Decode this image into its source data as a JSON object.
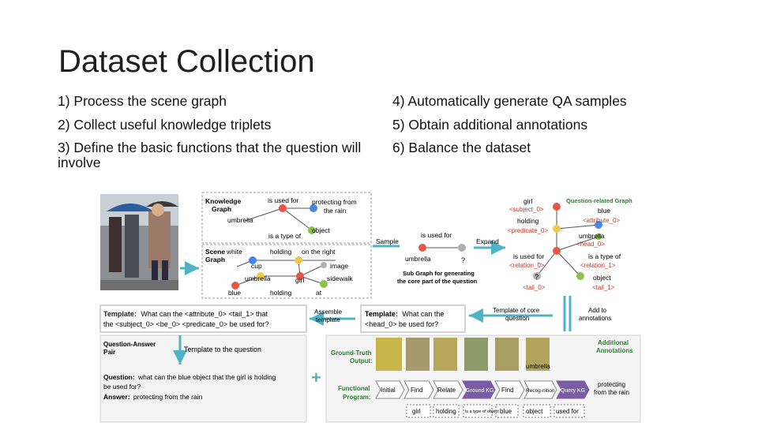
{
  "slide": {
    "title": "Dataset Collection",
    "items": [
      "1) Process the scene graph",
      "4) Automatically generate QA samples",
      "2) Collect useful knowledge triplets",
      "5) Obtain additional annotations",
      "3) Define the basic functions that the question will",
      "involve",
      "6) Balance the dataset"
    ]
  },
  "figure": {
    "kg_title": "Knowledge",
    "kg_title2": "Graph",
    "kg_used_for": "is used for",
    "kg_protect": "protecting from",
    "kg_rain": "the rain",
    "kg_umbrella": "umbrella",
    "kg_object": "object",
    "kg_type_of": "is a type of",
    "sg_title": "Scene",
    "sg_title2": "Graph",
    "sg_white": "white",
    "sg_holding": "holding",
    "sg_onright": "on the right",
    "sg_cup": "cup",
    "sg_image": "image",
    "sg_umbrella": "umbrella",
    "sg_girl": "girl",
    "sg_sidewalk": "sidewalk",
    "sg_blue": "blue",
    "sg_holding2": "holding",
    "sg_at": "at",
    "sample": "Sample",
    "expand": "Expand",
    "sub_used_for": "is used for",
    "sub_umbrella": "umbrella",
    "sub_q": "?",
    "sub_cap1": "Sub Graph for generating",
    "sub_cap2": "the core part of the question",
    "qg_title": "Question-related Graph",
    "qg_girl": "girl",
    "qg_subject": "<subject_0>",
    "qg_blue": "blue",
    "qg_attr": "<attribute_0>",
    "qg_holding": "holding",
    "qg_pred": "<predicate_0>",
    "qg_umbrella": "umbrella",
    "qg_head": "<head_0>",
    "qg_used_for": "is used for",
    "qg_rel": "<relation_0>",
    "qg_type_of": "is a type of",
    "qg_rel1": "<relation_1>",
    "qg_q": "?",
    "qg_tail0": "<tail_0>",
    "qg_object": "object",
    "qg_tail1": "<tail_1>",
    "tpl_label": "Template:",
    "tpl_line1": "What can the <attribute_0> <tail_1> that",
    "tpl_line2": "the <subject_0> <be_0> <predicate_0> be used for?",
    "assemble1": "Assemble",
    "assemble2": "template",
    "core_tpl_label": "Template:",
    "core_tpl_line1": "What can the",
    "core_tpl_line2": "<head_0> be used for?",
    "core_cap1": "Template of core",
    "core_cap2": "question",
    "add1": "Add to",
    "add2": "annotations",
    "qa_title1": "Question-Answer",
    "qa_title2": "Pair",
    "tpl_to_q": "Template to the question",
    "question_label": "Question:",
    "question_line1": "what can the blue object that the girl is holding",
    "question_line2": "be used for?",
    "answer_label": "Answer:",
    "answer_text": "protecting from the rain",
    "plus": "+",
    "gt1": "Ground-Truth",
    "gt2": "Output:",
    "addl1": "Additional",
    "addl2": "Annotations",
    "fp1": "Functional",
    "fp2": "Program:",
    "umbrella_out": "umbrella",
    "prot_out1": "protecting",
    "prot_out2": "from the rain",
    "ops": [
      "Initial",
      "Find",
      "Relate",
      "Ground KG",
      "Find",
      "Recog-nition",
      "Query KG"
    ],
    "args": [
      "girl",
      "holding",
      "is a type of object",
      "blue",
      "object",
      "used for"
    ]
  },
  "colors": {
    "purple": "#7b5aa6",
    "teal": "#4fb3c6",
    "red_node": "#e8564a",
    "yellow_node": "#f2c94c",
    "blue_node": "#4a86e8",
    "green_node": "#8bc34a",
    "grey_node": "#b0b0b0",
    "annotation_red": "#c0392b",
    "annotation_green": "#2e7d32"
  }
}
